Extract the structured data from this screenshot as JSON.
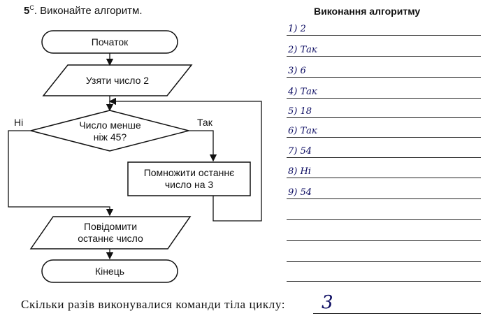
{
  "task": {
    "number": "5",
    "superscript": "С",
    "title": ". Виконайте алгоритм."
  },
  "execution_title": "Виконання алгоритму",
  "flowchart": {
    "start": "Початок",
    "input": "Узяти число 2",
    "condition_line1": "Число менше",
    "condition_line2": "ніж 45?",
    "no_label": "Ні",
    "yes_label": "Так",
    "process_line1": "Помножити останнє",
    "process_line2": "число на 3",
    "output_line1": "Повідомити",
    "output_line2": "останнє число",
    "end": "Кінець"
  },
  "steps": [
    "1) 2",
    "2) Так",
    "3) 6",
    "4) Так",
    "5) 18",
    "6) Так",
    "7) 54",
    "8) Ні",
    "9) 54",
    "",
    "",
    "",
    ""
  ],
  "question": "Скільки разів виконувалися команди тіла циклу:",
  "answer": "3"
}
